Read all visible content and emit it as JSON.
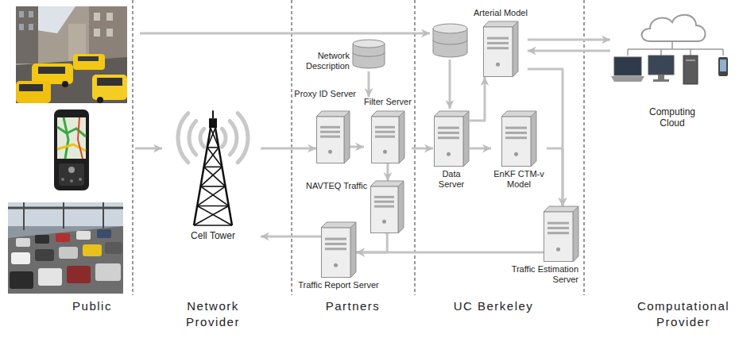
{
  "diagram": {
    "nodes": [
      {
        "text": [
          "Network Description"
        ]
      },
      {
        "text": [
          "Arterial Model"
        ]
      },
      {
        "text": [
          "Proxy ID Server"
        ]
      },
      {
        "text": [
          "Filter Server"
        ]
      },
      {
        "text": [
          "Data Server"
        ]
      },
      {
        "text": [
          "EnKF CTM-v Model"
        ]
      },
      {
        "text": [
          "NAVTEQ Traffic"
        ]
      },
      {
        "text": [
          "Cell Tower"
        ]
      },
      {
        "text": [
          "Traffic Report Server"
        ]
      },
      {
        "text": [
          "Traffic Estimation Server"
        ]
      },
      {
        "text": [
          "Computing Cloud"
        ]
      }
    ],
    "edges": [
      {
        "from": 7,
        "to": 2,
        "arrow": "to"
      },
      {
        "from": 2,
        "to": 3,
        "arrow": "to"
      },
      {
        "from": 0,
        "to": 3,
        "arrow": "to"
      },
      {
        "from": 3,
        "to": 4,
        "arrow": "to"
      },
      {
        "from": 3,
        "to": 6,
        "arrow": "to"
      },
      {
        "from": 4,
        "to": 5,
        "arrow": "to"
      },
      {
        "from": 4,
        "to": 1,
        "arrow": "to"
      },
      {
        "from": 1,
        "to": 10,
        "arrow": "to"
      },
      {
        "from": 10,
        "to": 1,
        "arrow": "to"
      },
      {
        "from": 1,
        "to": 9,
        "arrow": "to"
      },
      {
        "from": 5,
        "to": 9,
        "arrow": "to"
      },
      {
        "from": 9,
        "to": 8,
        "arrow": "to"
      },
      {
        "from": 6,
        "to": 8,
        "arrow": "to"
      },
      {
        "from": 8,
        "to": 7,
        "arrow": "to"
      }
    ],
    "labels": [
      "Public",
      "Network Provider",
      "Partners",
      "UC Berkeley",
      "Computational Provider"
    ]
  }
}
